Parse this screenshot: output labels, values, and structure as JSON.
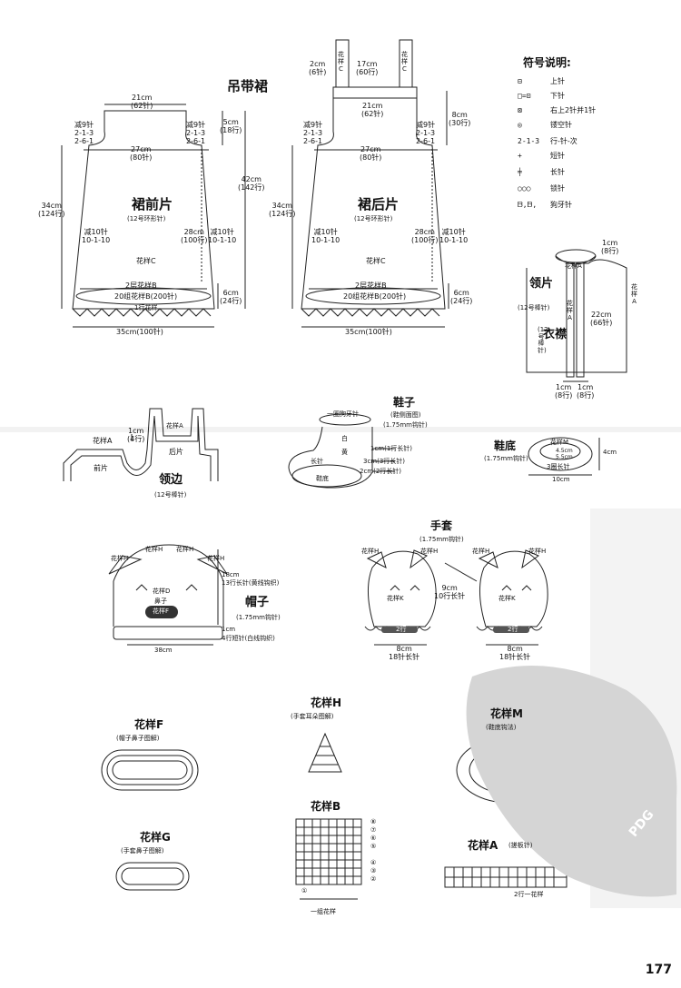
{
  "titles": {
    "dress": "吊带裙",
    "front": "裙前片",
    "front_note": "(12号环形针)",
    "back": "裙后片",
    "back_note": "(12号环形针)",
    "legend_title": "符号说明:",
    "collar": "领片",
    "collar_note": "(12号棒针)",
    "placket": "衣襟",
    "placket_note": "(12号棒针)",
    "neck": "领边",
    "neck_note": "(12号棒针)",
    "shoe": "鞋子",
    "shoe_note": "(鞋侧面图)",
    "shoe_hook": "(1.75mm钩针)",
    "sole": "鞋底",
    "sole_hook": "(1.75mm钩针)",
    "mitten": "手套",
    "mitten_hook": "(1.75mm钩针)",
    "hat": "帽子",
    "hat_hook": "(1.75mm钩针)",
    "patF": "花样F",
    "patF_note": "(帽子鼻子图解)",
    "patG": "花样G",
    "patG_note": "(手套鼻子图解)",
    "patH": "花样H",
    "patH_note": "(手套耳朵图解)",
    "patB": "花样B",
    "patB_note": "一组花样",
    "patM": "花样M",
    "patM_note": "(鞋底钩法)",
    "patA": "花样A",
    "patA_note": "(搓板针)",
    "patA_rows": "2行一花样"
  },
  "front": {
    "top_width": "21cm\n(62针)",
    "dec_left": "减9针\n2-1-3\n2-6-1",
    "dec_right": "减9针\n2-1-3\n2-6-1",
    "mid_width": "27cm\n(80针)",
    "armhole": "5cm\n(18行)",
    "total_h": "42cm\n(142行)",
    "side_h": "34cm\n(124行)",
    "dec_side_l": "减10针\n10-1-10",
    "dec_side_r": "减10针\n10-1-10",
    "side_r": "28cm\n(100行)",
    "patC": "花样C",
    "layer": "2层花样B",
    "band": "20组花样B(200针)",
    "bottom_h": "6cm\n(24行)",
    "bottom": "35cm(100针)",
    "fringe": "1行花样"
  },
  "back": {
    "strap_w": "2cm\n(6针)",
    "strap_h": "17cm\n(60行)",
    "strap_pat": "花\n样\nC",
    "top_width": "21cm\n(62针)",
    "top_h": "8cm\n(30行)",
    "dec_left": "减9针\n2-1-3\n2-6-1",
    "dec_right": "减9针\n2-1-3\n2-6-1",
    "mid_width": "27cm\n(80针)",
    "side_h": "34cm\n(124行)",
    "dec_side_l": "减10针\n10-1-10",
    "dec_side_r": "减10针\n10-1-10",
    "side_r": "28cm\n(100行)",
    "patC": "花样C",
    "layer": "2层花样B",
    "band": "20组花样B(200针)",
    "bottom_h": "6cm\n(24行)",
    "bottom": "35cm(100针)"
  },
  "legend": [
    {
      "sym": "⊟",
      "text": "上针"
    },
    {
      "sym": "□=⊡",
      "text": "下针"
    },
    {
      "sym": "⊠",
      "text": "右上2针并1针"
    },
    {
      "sym": "◎",
      "text": "镂空针"
    },
    {
      "sym": "2-1-3",
      "text": "行-针-次"
    },
    {
      "sym": "+",
      "text": "短针"
    },
    {
      "sym": "╪",
      "text": "长针"
    },
    {
      "sym": "○○○",
      "text": "锁针"
    },
    {
      "sym": "ᗷ,ᗷ,",
      "text": "狗牙针"
    }
  ],
  "collar": {
    "top": "1cm\n(8行)",
    "patA": "花\n样\nA",
    "side": "22cm\n(66针)",
    "left": "1cm\n(8行)",
    "right": "1cm\n(8行)",
    "pat_edge": "花\n样\nA",
    "pat_top": "花样A"
  },
  "neck": {
    "patA": "花样A",
    "patA2": "花样A",
    "w": "1cm\n(4行)",
    "front": "前片",
    "back": "后片"
  },
  "shoe": {
    "picot": "一圈狗牙针",
    "white": "白",
    "yellow": "黄",
    "long": "长针",
    "sole": "鞋底",
    "r1": "1cm(1行长针)",
    "r2": "3cm(3行长针)",
    "r3": "2cm(2行长针)"
  },
  "sole": {
    "pat": "花样M",
    "inner": "4.5cm\n5.5cm",
    "turns": "3圈长针",
    "h": "4cm",
    "w": "10cm"
  },
  "mitten": {
    "earH": "花样H",
    "earH2": "花样H",
    "earH3": "花样H",
    "earH4": "花样H",
    "patK": "花样K",
    "patK2": "花样K",
    "size": "9cm\n10行长针",
    "b1": "8cm\n18针长针",
    "b2": "8cm\n18针长针",
    "cuff": "2行",
    "cuff2": "2行"
  },
  "hat": {
    "ear": "花样H",
    "ear2": "花样H",
    "ear3": "花样H",
    "ear4": "花样H",
    "nose_pat": "花样D",
    "nose": "鼻子",
    "nose2": "花样F",
    "main": "13行长针(黄线钩织)",
    "band": "4行短针(白线钩织)",
    "h1": "18cm",
    "h2": "1cm",
    "w": "38cm"
  },
  "patB_rows": [
    "⑧",
    "⑦",
    "⑥",
    "⑤",
    "④",
    "③",
    "②",
    "①"
  ],
  "watermark": "PDG",
  "page_number": "177"
}
